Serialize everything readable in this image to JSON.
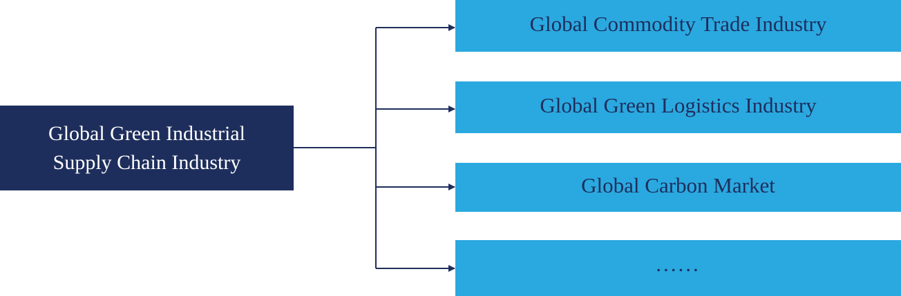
{
  "root": {
    "line1": "Global Green Industrial",
    "line2": "Supply Chain Industry"
  },
  "children": [
    {
      "label": "Global Commodity Trade Industry"
    },
    {
      "label": "Global Green Logistics Industry"
    },
    {
      "label": "Global Carbon Market"
    },
    {
      "label": "......"
    }
  ],
  "colors": {
    "root_fill": "#1e2e5c",
    "child_fill": "#2aa9e0",
    "connector": "#1e2e5c"
  }
}
